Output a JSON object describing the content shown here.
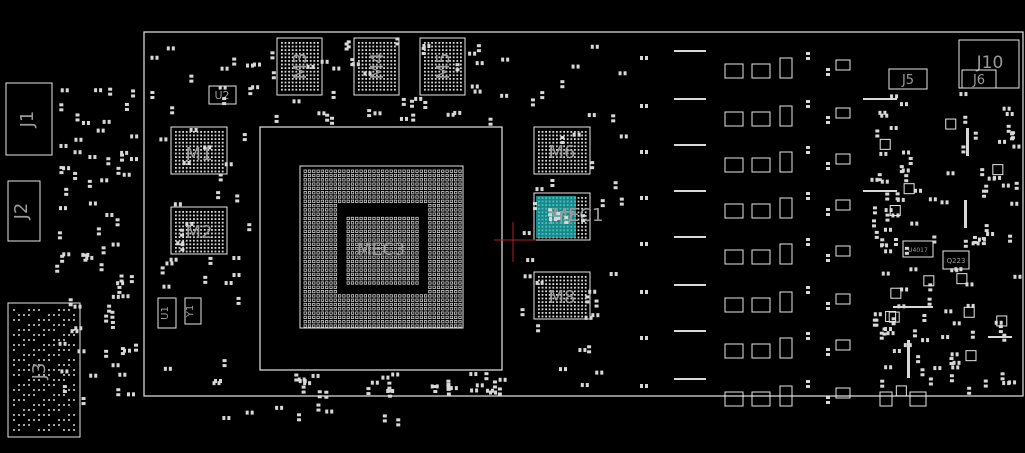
{
  "board": {
    "labels": {
      "j1": "J1",
      "j2": "J2",
      "j3": "J3",
      "j5": "J5",
      "j6": "J6",
      "j10": "J10",
      "u2": "U2",
      "u1": "U1",
      "y1": "Y1",
      "m1": "M1",
      "m2": "M2",
      "m3": "M3",
      "m4": "M4",
      "m5": "M5",
      "m6": "M6",
      "m7": "M7",
      "m8": "M8",
      "gpu": "MEC3",
      "mec1": "MEC1",
      "u4017": "U4017",
      "q223": "Q223"
    }
  },
  "colors": {
    "background": "#000000",
    "outline": "#e6e6e6",
    "label": "#9a9a9a",
    "highlight": "#1fb5b5",
    "crosshair": "#b0202a"
  }
}
